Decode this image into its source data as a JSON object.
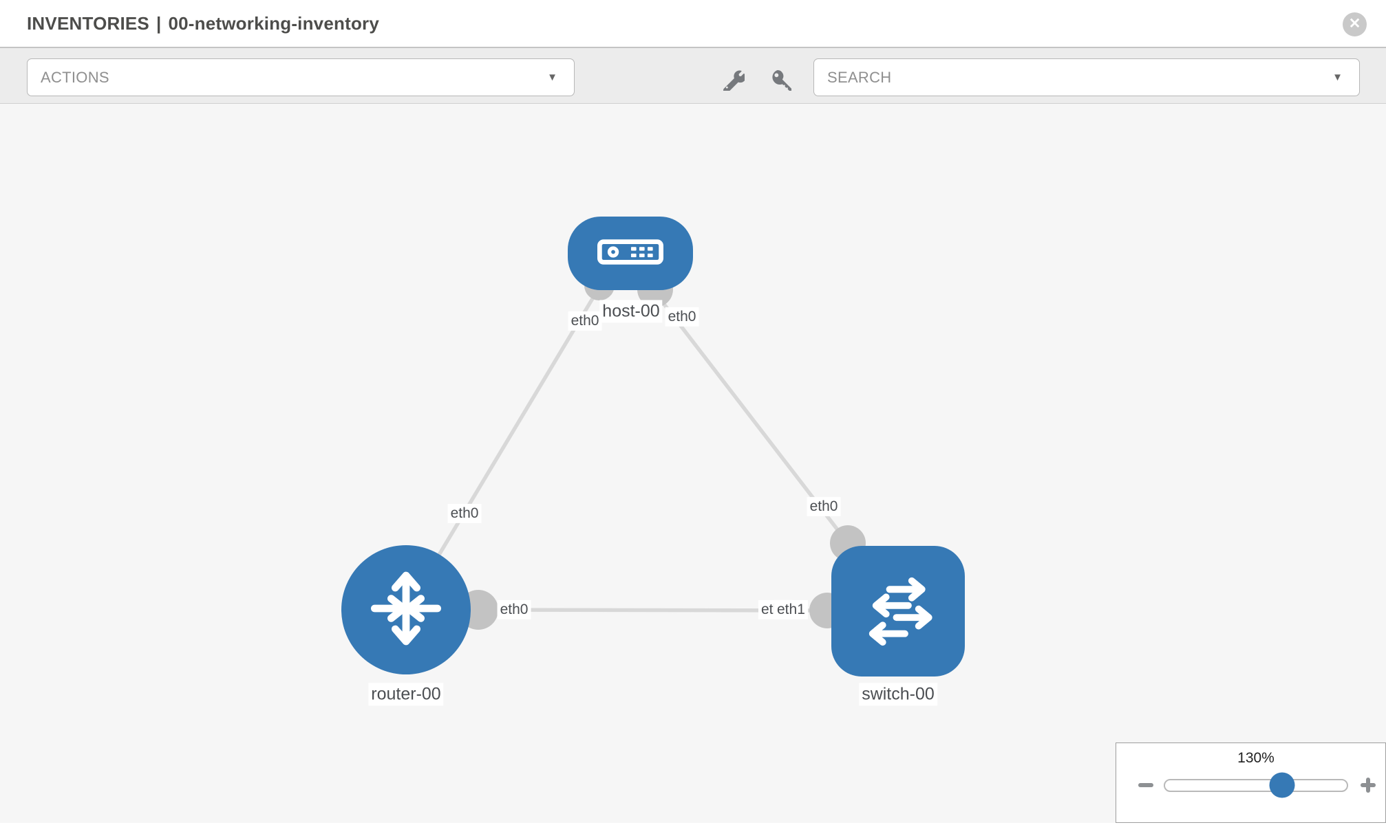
{
  "header": {
    "section": "INVENTORIES",
    "separator": "|",
    "inventory_name": "00-networking-inventory",
    "close_glyph": "✕"
  },
  "toolbar": {
    "actions_label": "ACTIONS",
    "search_placeholder": "SEARCH",
    "caret_glyph": "▼",
    "tool_icons": [
      "wrench-icon",
      "key-icon"
    ]
  },
  "graph": {
    "nodes": [
      {
        "label": "host-00",
        "type": "host"
      },
      {
        "label": "router-00",
        "type": "router"
      },
      {
        "label": "switch-00",
        "type": "switch"
      }
    ],
    "links": [
      {
        "from": "host-00",
        "to": "router-00",
        "from_interface": "eth0",
        "to_interface": "eth0"
      },
      {
        "from": "host-00",
        "to": "switch-00",
        "from_interface": "eth0",
        "to_interface": "eth0"
      },
      {
        "from": "router-00",
        "to": "switch-00",
        "from_interface": "eth0",
        "to_interface": "eth1"
      }
    ],
    "interface_chips": {
      "host_left": "eth0",
      "host_right": "eth0",
      "host_router_mid": "eth0",
      "host_switch_mid": "eth0",
      "router_switch_left": "eth0",
      "router_switch_right_back": "eth1",
      "router_switch_right_front": "eth1"
    }
  },
  "zoom_control": {
    "level": "130%",
    "minus_icon": "minus-icon",
    "plus_icon": "plus-icon"
  },
  "colors": {
    "node_fill": "#3679b5",
    "edge": "#d8d8d8",
    "connector_dot": "#c3c3c3",
    "canvas_bg": "#f6f6f6",
    "toolbar_bg": "#ececec",
    "slider_thumb": "#3679b5",
    "chip_text": "#4b4e52"
  }
}
